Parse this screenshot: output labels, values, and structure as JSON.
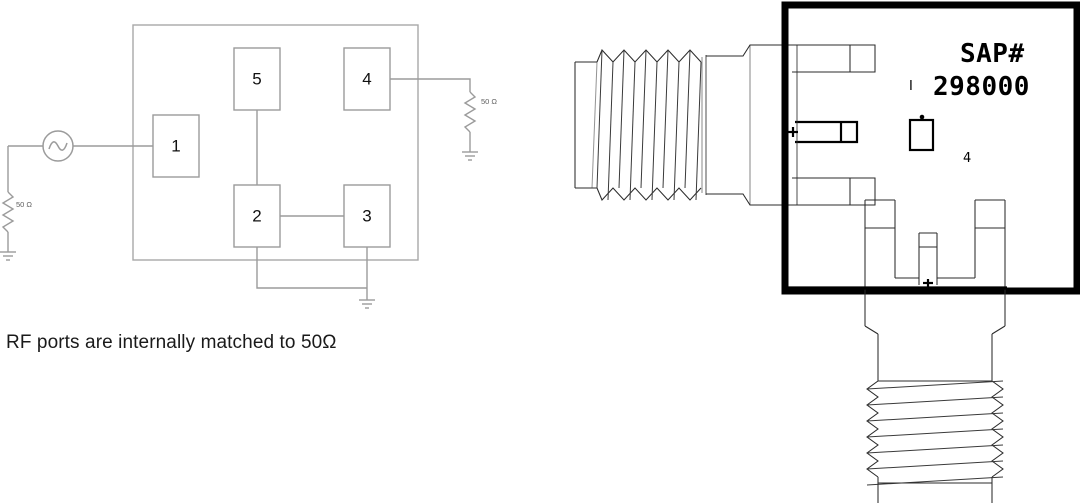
{
  "schematic": {
    "caption": "RF ports are internally matched to 50Ω",
    "source": {
      "name": "ac-source",
      "symbol": "sine-wave"
    },
    "blocks": [
      {
        "id": "block-1",
        "label": "1"
      },
      {
        "id": "block-2",
        "label": "2"
      },
      {
        "id": "block-3",
        "label": "3"
      },
      {
        "id": "block-4",
        "label": "4"
      },
      {
        "id": "block-5",
        "label": "5"
      }
    ],
    "terminations": [
      {
        "id": "termination-left",
        "label": "50 Ω"
      },
      {
        "id": "termination-right",
        "label": "50 Ω"
      }
    ],
    "ground_symbols": [
      "ground-left",
      "ground-bottom"
    ],
    "colors": {
      "wire": "#9b9b9b",
      "enclosure": "#a8a8a8",
      "text": "#111111"
    }
  },
  "connector": {
    "part_label_line1": "SAP#",
    "part_label_line2": "298000",
    "marks": [
      {
        "id": "tick-mark",
        "label": "I"
      },
      {
        "id": "quantity-mark",
        "label": "4"
      }
    ],
    "features": [
      "horizontal-threaded-barrel",
      "vertical-threaded-barrel",
      "right-angle-body",
      "contact-prongs",
      "center-pin"
    ],
    "colors": {
      "outline": "#2b2b2b",
      "frame": "#000000",
      "text": "#000000"
    }
  }
}
